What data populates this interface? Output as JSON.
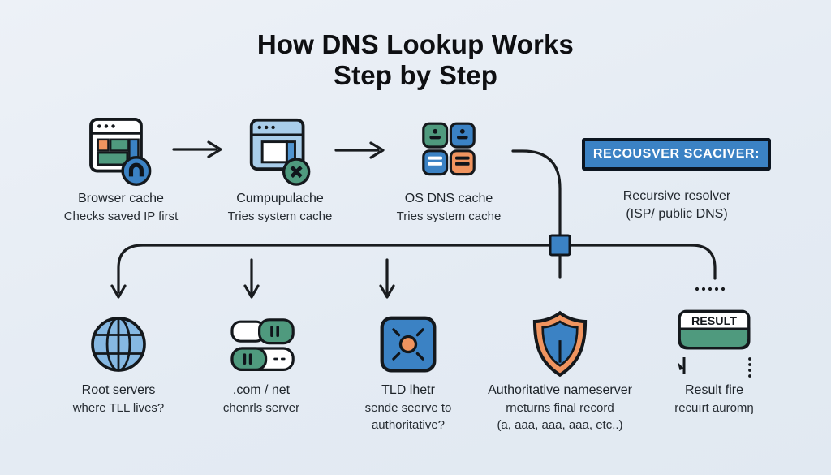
{
  "title": {
    "line1": "How DNS Lookup Works",
    "line2": "Step by Step"
  },
  "steps_top": [
    {
      "icon": "browser-window-magnet-icon",
      "label": "Browser cache",
      "sublabel": "Checks saved IP first"
    },
    {
      "icon": "browser-window-x-icon",
      "label": "Cumpupulache",
      "sublabel": "Tries system cache"
    },
    {
      "icon": "app-grid-cache-icon",
      "label": "OS DNS cache",
      "sublabel": "Tries system cache"
    },
    {
      "icon": "resolver-box",
      "box_label": "RECOUSVER SCACIVER:",
      "label": "Recursive resolver",
      "sublabel": "(ISP/ public DNS)"
    }
  ],
  "steps_bottom": [
    {
      "icon": "globe-icon",
      "label": "Root servers",
      "lines": [
        "where TLL lives?"
      ]
    },
    {
      "icon": "toggle-switches-icon",
      "label": ".com / net",
      "lines": [
        "chenrls server"
      ]
    },
    {
      "icon": "sun-square-icon",
      "label": "TLD lhetr",
      "lines": [
        "sende seerve to",
        "authoritative?"
      ]
    },
    {
      "icon": "shield-icon",
      "label": "Authoritative nameserver",
      "lines": [
        "rneturns final record",
        "(a, aaa, aaa, aaa, etc..)"
      ]
    },
    {
      "icon": "result-table-icon",
      "icon_label": "RESULT",
      "label": "Result fire",
      "lines": [
        "recuırt auromŋ"
      ]
    }
  ],
  "colors": {
    "background": "#e6ecf4",
    "blue": "#3b82c4",
    "light_blue": "#a9cde9",
    "globe_blue": "#86b8e2",
    "green": "#4f9a7e",
    "orange": "#f0945f",
    "outline": "#14181c",
    "resolver_fill": "#3b82c4",
    "resolver_text": "#ffffff",
    "title_text": "#0e0f12",
    "label_text": "#22282e"
  }
}
